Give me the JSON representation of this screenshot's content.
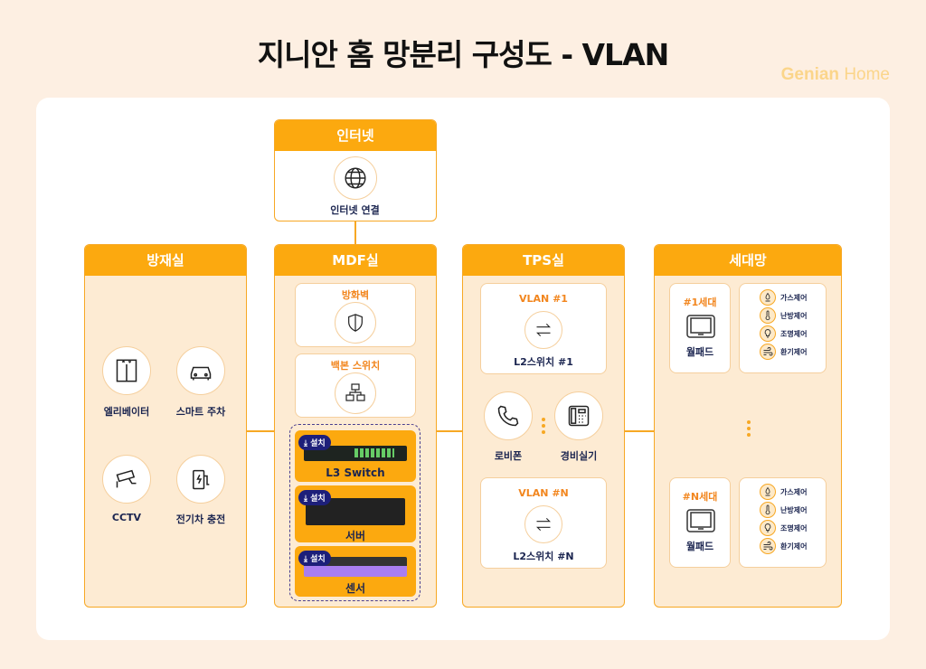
{
  "title": "지니안 홈 망분리 구성도  -  VLAN",
  "logo": {
    "brand": "Genian",
    "suffix": "Home"
  },
  "internet": {
    "header": "인터넷",
    "label": "인터넷 연결",
    "icon": "globe-icon"
  },
  "columns": {
    "disaster": {
      "header": "방재실",
      "items": [
        {
          "label": "엘리베이터",
          "icon": "elevator-icon"
        },
        {
          "label": "스마트 주차",
          "icon": "car-icon"
        },
        {
          "label": "CCTV",
          "icon": "cctv-icon"
        },
        {
          "label": "전기차 충전",
          "icon": "ev-charger-icon"
        }
      ]
    },
    "mdf": {
      "header": "MDF실",
      "firewall": "방화벽",
      "backbone": "백본 스위치",
      "install_badge": "설치",
      "devices": [
        {
          "label": "L3 Switch"
        },
        {
          "label": "서버"
        },
        {
          "label": "센서"
        }
      ]
    },
    "tps": {
      "header": "TPS실",
      "vlan1": {
        "title": "VLAN #1",
        "label": "L2스위치 #1"
      },
      "vlanN": {
        "title": "VLAN #N",
        "label": "L2스위치 #N"
      },
      "phones": [
        {
          "label": "로비폰",
          "icon": "phone-icon"
        },
        {
          "label": "경비실기",
          "icon": "desk-phone-icon"
        }
      ]
    },
    "household": {
      "header": "세대망",
      "units": [
        {
          "title": "#1세대",
          "device": "월패드"
        },
        {
          "title": "#N세대",
          "device": "월패드"
        }
      ],
      "controls": [
        {
          "label": "가스제어",
          "icon": "gas-icon"
        },
        {
          "label": "난방제어",
          "icon": "thermometer-icon"
        },
        {
          "label": "조명제어",
          "icon": "bulb-icon"
        },
        {
          "label": "환기제어",
          "icon": "wind-icon"
        }
      ]
    }
  },
  "colors": {
    "accent": "#fca90f",
    "column_bg": "#fdebd3",
    "badge": "#1d1f7a",
    "text": "#1b2550"
  }
}
